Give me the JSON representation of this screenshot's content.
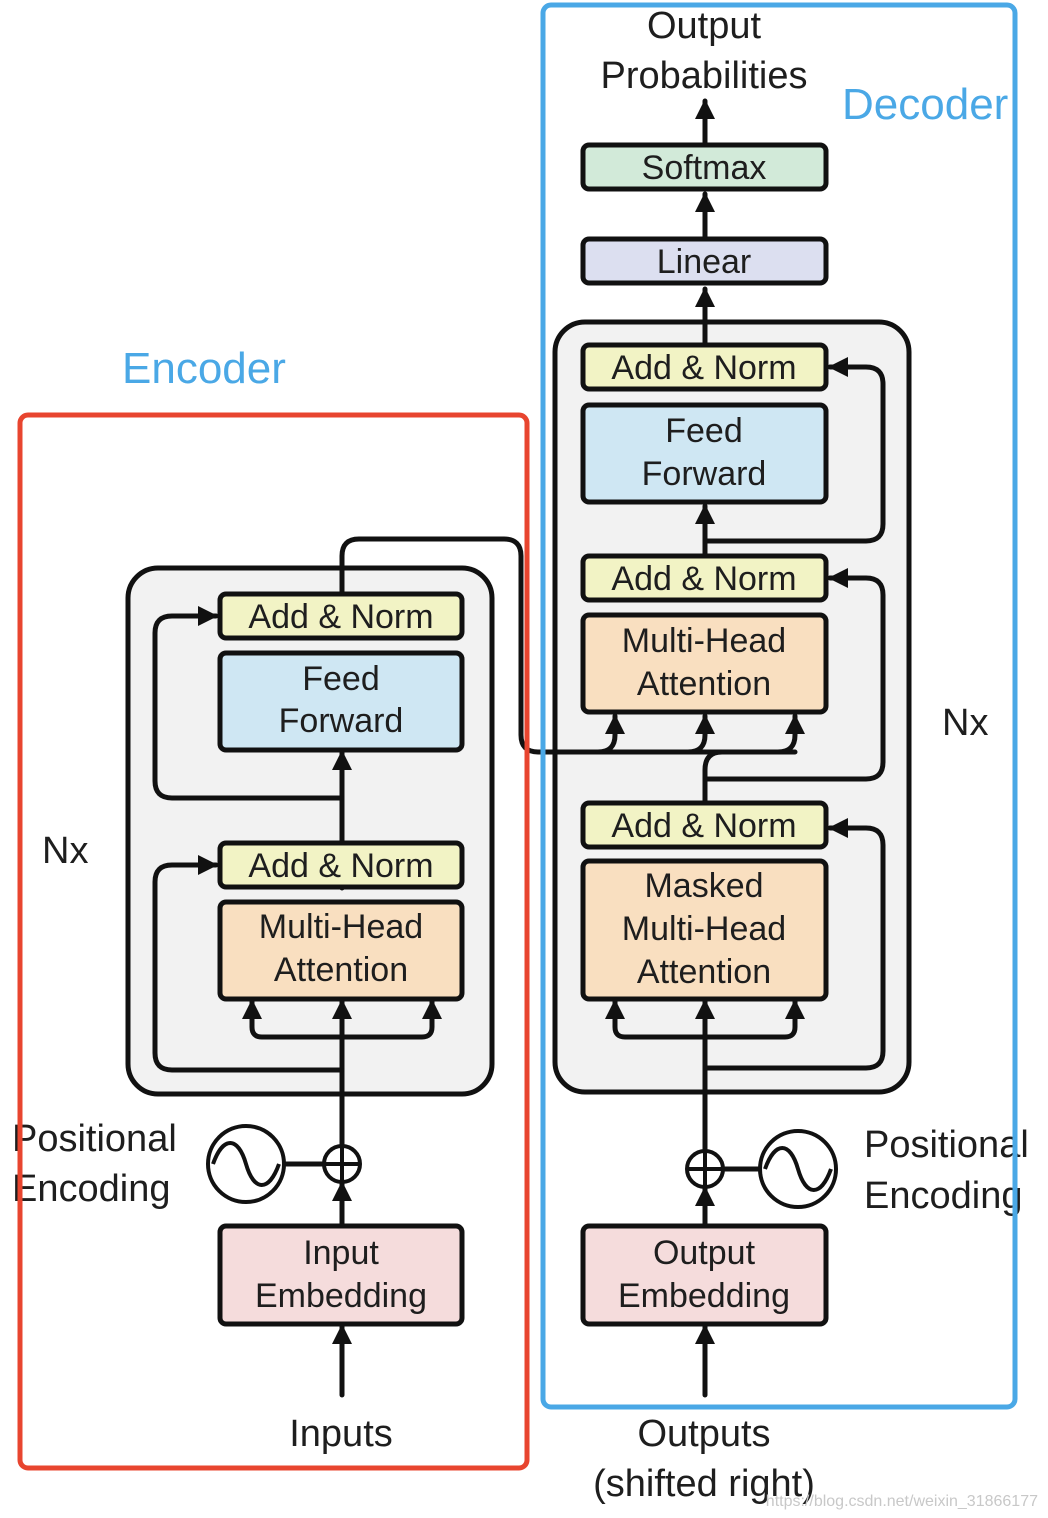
{
  "colors": {
    "encoder_frame": "#e8452f",
    "decoder_frame": "#4aa8e6",
    "stack_bg": "#f2f2f2",
    "add_norm": "#f2f3c5",
    "feed_forward": "#cfe7f3",
    "attention": "#f9dfc0",
    "embedding": "#f5dcdc",
    "linear": "#dcdff0",
    "softmax": "#d2ead9"
  },
  "labels": {
    "encoder": "Encoder",
    "decoder": "Decoder",
    "nx": "Nx",
    "add_norm": "Add & Norm",
    "feed": "Feed",
    "forward": "Forward",
    "multi_head": "Multi-Head",
    "attention": "Attention",
    "masked": "Masked",
    "input": "Input",
    "output": "Output",
    "embedding": "Embedding",
    "positional": "Positional",
    "encoding": "Encoding",
    "inputs": "Inputs",
    "outputs": "Outputs",
    "shifted_right": "(shifted right)",
    "linear": "Linear",
    "softmax": "Softmax",
    "probabilities": "Probabilities",
    "watermark": "https://blog.csdn.net/weixin_31866177"
  }
}
